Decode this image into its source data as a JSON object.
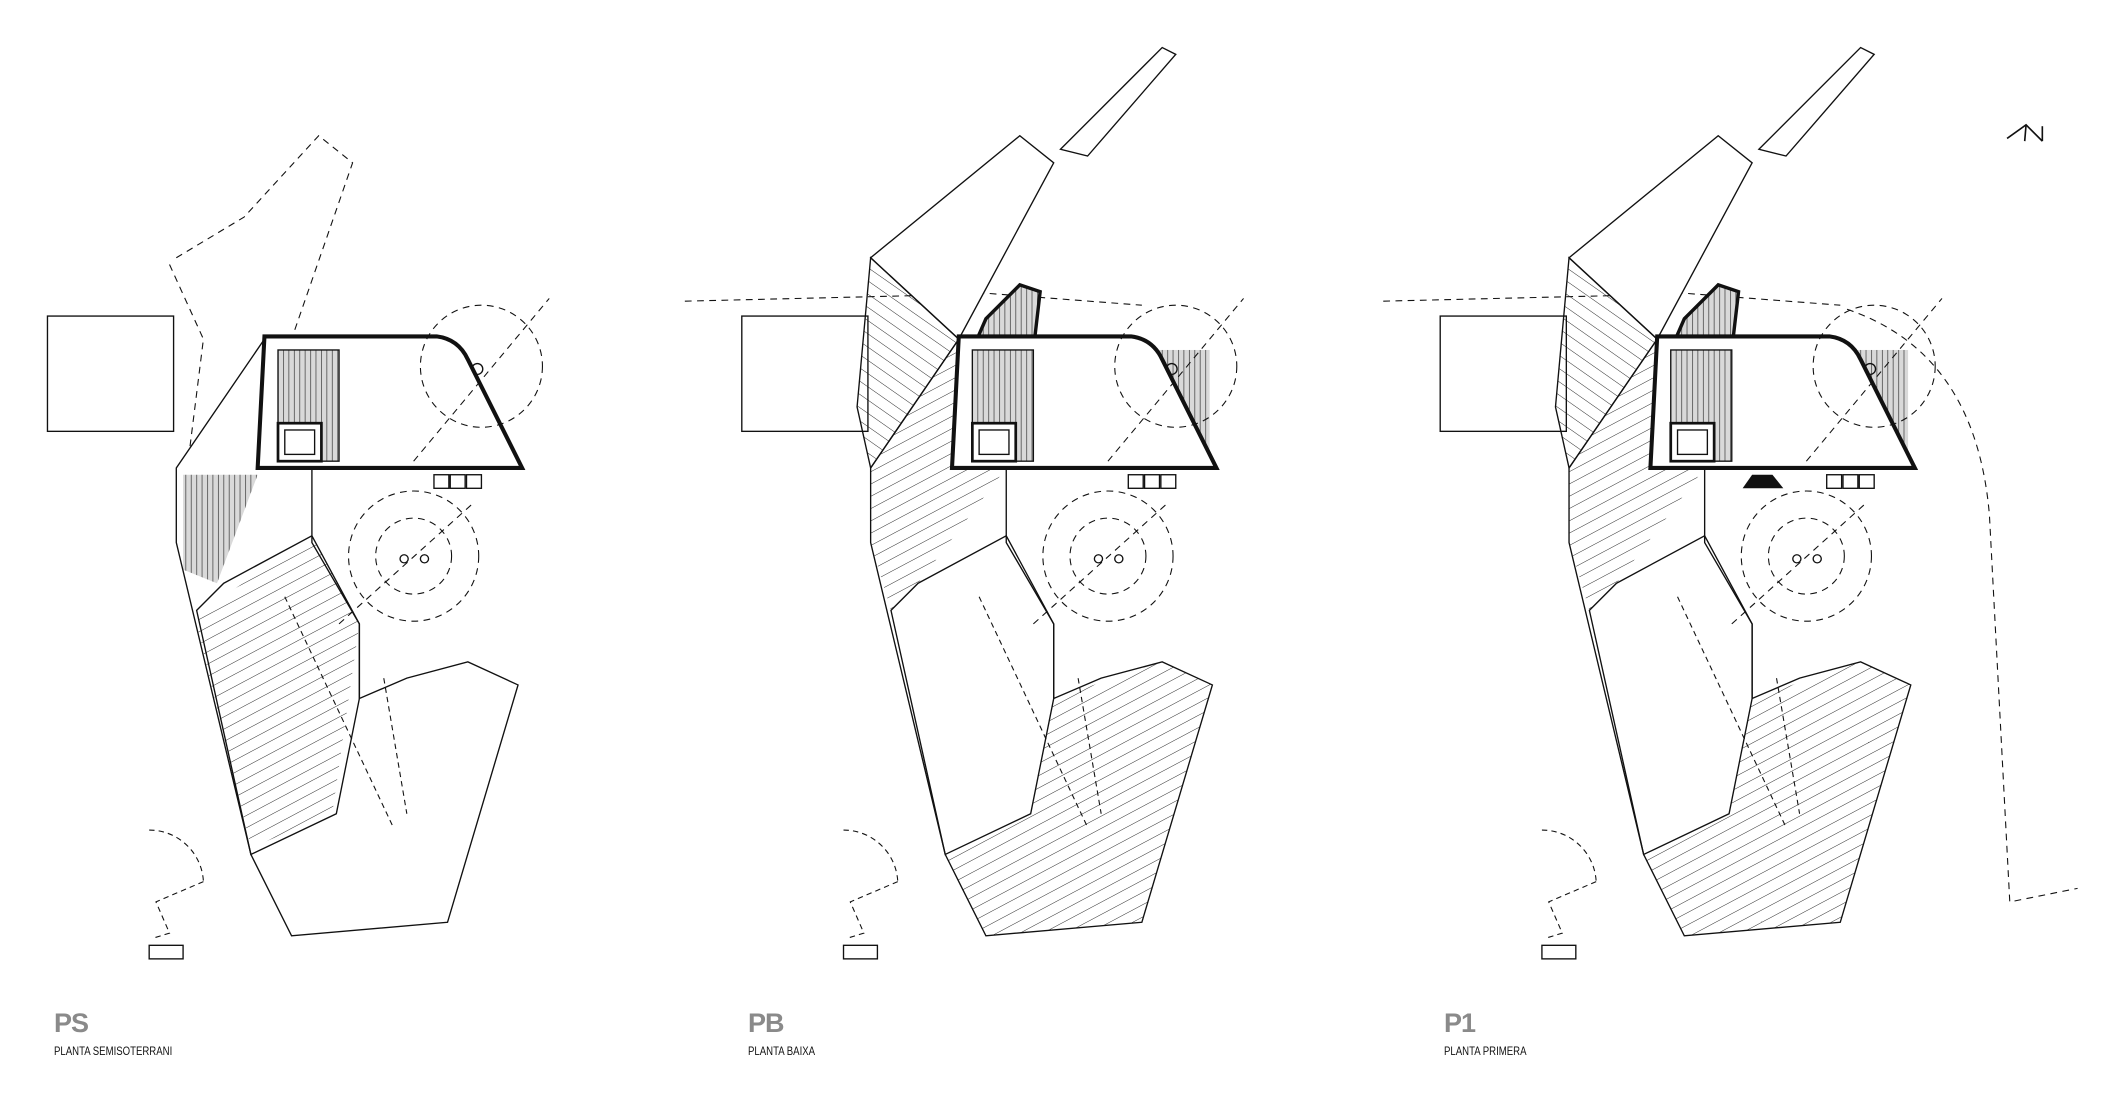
{
  "plans": [
    {
      "code": "PS",
      "name": "PLANTA SEMISOTERRANI"
    },
    {
      "code": "PB",
      "name": "PLANTA BAIXA"
    },
    {
      "code": "P1",
      "name": "PLANTA PRIMERA"
    }
  ],
  "north_arrow": {
    "label": "N"
  },
  "colors": {
    "line": "#111111",
    "label": "#8a8a8a",
    "hatch_fill": "#d9d9d9"
  }
}
